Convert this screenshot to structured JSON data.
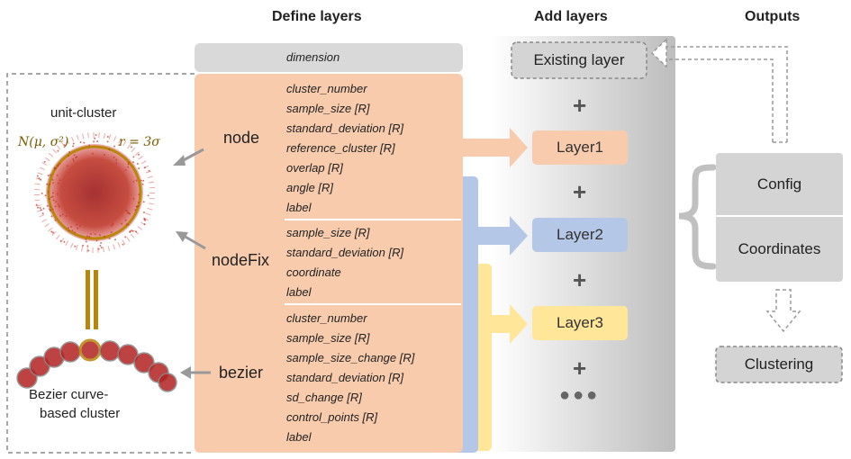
{
  "headers": {
    "define_layers": "Define layers",
    "add_layers": "Add layers",
    "outputs": "Outputs"
  },
  "dimension_label": "dimension",
  "unit_cluster": {
    "title": "unit-cluster",
    "formula_left": "N(μ, σ²)",
    "formula_right": "r = 3σ",
    "bezier_caption_line1": "Bezier curve-",
    "bezier_caption_line2": "based cluster"
  },
  "layer_types": [
    {
      "name": "node",
      "params": [
        "cluster_number",
        "sample_size [R]",
        "standard_deviation [R]",
        "reference_cluster [R]",
        "overlap [R]",
        "angle [R]",
        "label"
      ]
    },
    {
      "name": "nodeFix",
      "params": [
        "sample_size [R]",
        "standard_deviation [R]",
        "coordinate",
        "label"
      ]
    },
    {
      "name": "bezier",
      "params": [
        "cluster_number",
        "sample_size [R]",
        "sample_size_change [R]",
        "standard_deviation [R]",
        "sd_change [R]",
        "control_points [R]",
        "label"
      ]
    }
  ],
  "add_layers": {
    "existing": "Existing layer",
    "layers": [
      "Layer1",
      "Layer2",
      "Layer3"
    ],
    "plus": "+",
    "ellipsis": "●●●"
  },
  "outputs": {
    "config": "Config",
    "coordinates": "Coordinates",
    "clustering": "Clustering"
  },
  "colors": {
    "orange": "#f8cbad",
    "blue": "#b4c7e7",
    "yellow": "#ffe699",
    "gray": "#d9d9d9",
    "cluster_red": "#b22222",
    "gold": "#b8860b"
  }
}
